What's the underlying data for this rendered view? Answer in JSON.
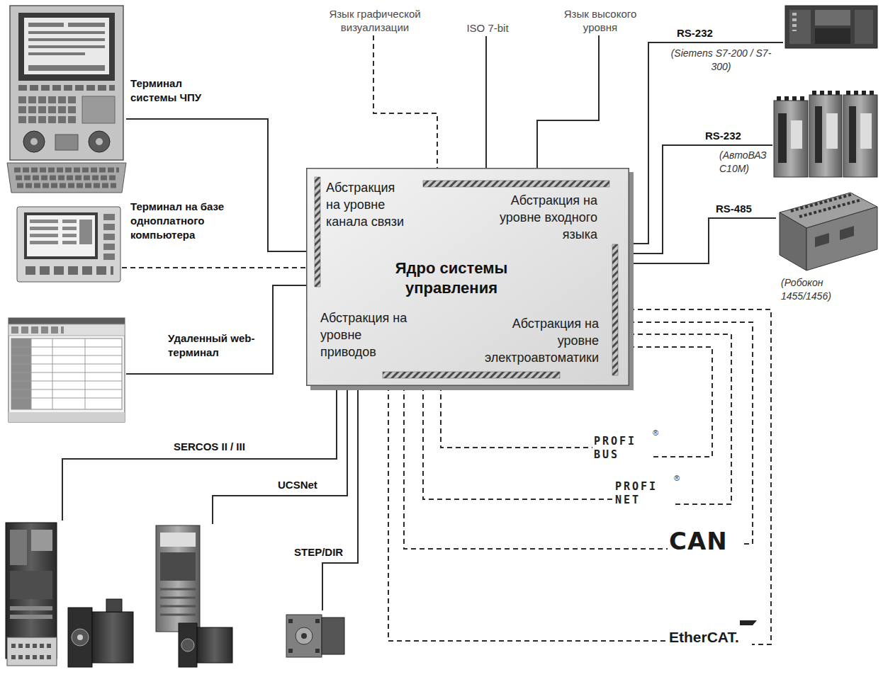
{
  "diagram": {
    "nodes": [
      {
        "text": [
          "Язык графической визуализации"
        ]
      },
      {
        "text": [
          "ISO 7-bit"
        ]
      },
      {
        "text": [
          "Язык высокого уровня"
        ]
      },
      {
        "text": [
          "Терминал системы ЧПУ"
        ]
      },
      {
        "text": [
          "RS-232",
          "(Siemens S7-200 / S7-300)"
        ]
      },
      {
        "text": [
          "Абстракция на уровне канала связи",
          "Абстракция на уровне входного языка",
          "Ядро системы управления",
          "Абстракция на уровне приводов",
          "Абстракция на уровне электроавтоматики"
        ]
      },
      {
        "text": [
          "RS-232",
          "(АвтоВАЗ С10М)"
        ]
      },
      {
        "text": [
          "Терминал на базе одноплатного компьютера"
        ]
      },
      {
        "text": [
          "RS-485",
          "(Робокон 1455/1456)"
        ]
      },
      {
        "text": [
          "Удаленный web-терминал"
        ]
      },
      {
        "text": [
          "PROFI BUS"
        ]
      },
      {
        "text": [
          "PROFI NET"
        ]
      },
      {
        "text": [
          "CAN"
        ]
      },
      {
        "text": [
          "SERCOS II / III"
        ]
      },
      {
        "text": [
          "UCSNet"
        ]
      },
      {
        "text": [
          "STEP/DIR"
        ]
      },
      {
        "text": [
          "EtherCAT."
        ]
      }
    ],
    "edges": [
      {
        "from": 0,
        "to": 5,
        "arrow": "none"
      },
      {
        "from": 1,
        "to": 5,
        "arrow": "none"
      },
      {
        "from": 2,
        "to": 5,
        "arrow": "none"
      },
      {
        "from": 3,
        "to": 5,
        "arrow": "none"
      },
      {
        "from": 7,
        "to": 5,
        "arrow": "none"
      },
      {
        "from": 9,
        "to": 5,
        "arrow": "none"
      },
      {
        "from": 5,
        "to": 4,
        "arrow": "none"
      },
      {
        "from": 5,
        "to": 6,
        "arrow": "none"
      },
      {
        "from": 5,
        "to": 8,
        "arrow": "none"
      },
      {
        "from": 5,
        "to": 13,
        "arrow": "none"
      },
      {
        "from": 5,
        "to": 14,
        "arrow": "none"
      },
      {
        "from": 5,
        "to": 15,
        "arrow": "none"
      },
      {
        "from": 5,
        "to": 10,
        "arrow": "none"
      },
      {
        "from": 5,
        "to": 11,
        "arrow": "none"
      },
      {
        "from": 5,
        "to": 12,
        "arrow": "none"
      },
      {
        "from": 5,
        "to": 16,
        "arrow": "none"
      },
      {
        "from": 5,
        "to": 10,
        "arrow": "none"
      },
      {
        "from": 5,
        "to": 11,
        "arrow": "none"
      },
      {
        "from": 5,
        "to": 12,
        "arrow": "none"
      },
      {
        "from": 5,
        "to": 16,
        "arrow": "none"
      }
    ],
    "labels": [
      "®",
      "®"
    ]
  }
}
